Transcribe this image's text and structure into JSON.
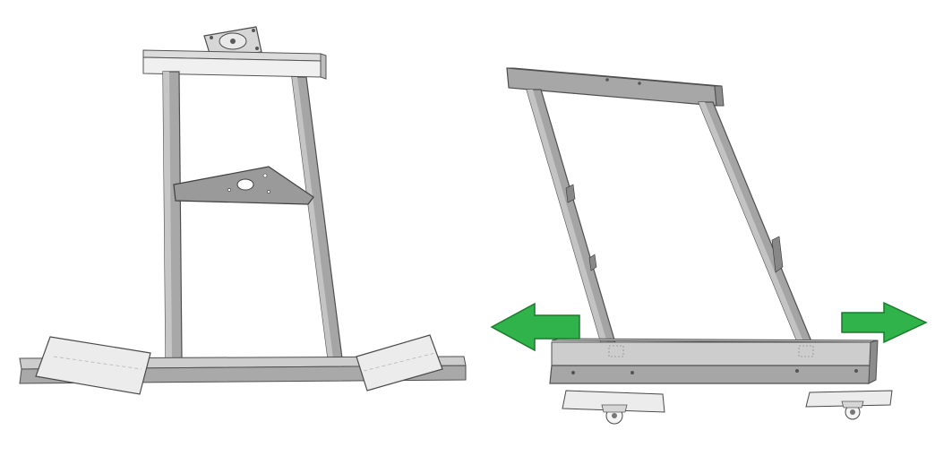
{
  "figure": {
    "background": "#ffffff",
    "frame_color": "#a3a3a3",
    "frame_dark": "#6f6f6f",
    "frame_light": "#cfcfcf",
    "plate_color": "#ededed",
    "arrow_color": "#2fb34a",
    "arrow_outline": "#1c7a2d",
    "left_assembly": {
      "parts": [
        "mount-plate",
        "top-crossbar",
        "left-upright",
        "right-upright",
        "gusset-plate",
        "base-rail",
        "foot-pad-left",
        "foot-pad-right"
      ]
    },
    "right_assembly": {
      "parts": [
        "top-beam",
        "left-rail",
        "right-rail",
        "bottom-beam",
        "caster-left",
        "caster-right"
      ]
    },
    "arrows": [
      {
        "direction": "left"
      },
      {
        "direction": "right"
      }
    ]
  }
}
